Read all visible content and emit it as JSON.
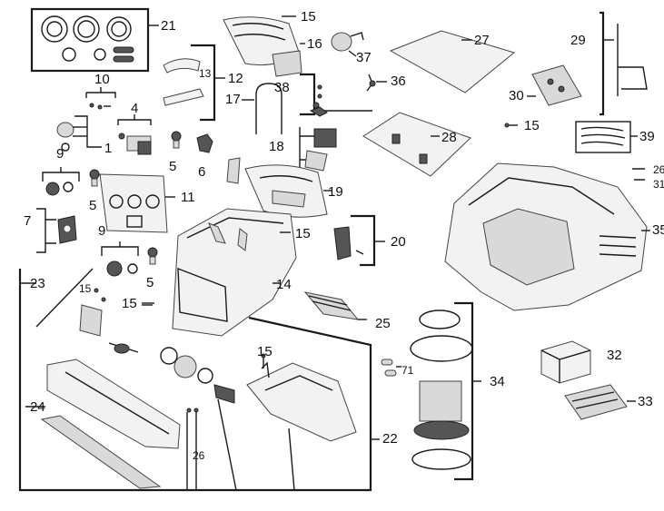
{
  "diagram": {
    "labels": {
      "n1": "1",
      "n4": "4",
      "n5a": "5",
      "n5b": "5",
      "n5c": "5",
      "n6": "6",
      "n7": "7",
      "n9a": "9",
      "n9b": "9",
      "n10": "10",
      "n11": "11",
      "n12": "12",
      "n13": "13",
      "n14": "14",
      "n15a": "15",
      "n15b": "15",
      "n15c": "15",
      "n15d": "15",
      "n15e": "15",
      "n15f": "15",
      "n16": "16",
      "n17": "17",
      "n18": "18",
      "n19": "19",
      "n20": "20",
      "n21": "21",
      "n22": "22",
      "n23": "23",
      "n24": "24",
      "n25": "25",
      "n26a": "26",
      "n26b": "26",
      "n27": "27",
      "n28": "28",
      "n29": "29",
      "n30": "30",
      "n31": "31",
      "n32": "32",
      "n33": "33",
      "n34": "34",
      "n35": "35",
      "n36": "36",
      "n37": "37",
      "n38": "38",
      "n39": "39",
      "n71": "71"
    },
    "colors": {
      "line": "#1a1a1a",
      "part_fill": "#f2f2f2",
      "part_shade": "#d9d9d9",
      "part_dark": "#555555"
    }
  }
}
